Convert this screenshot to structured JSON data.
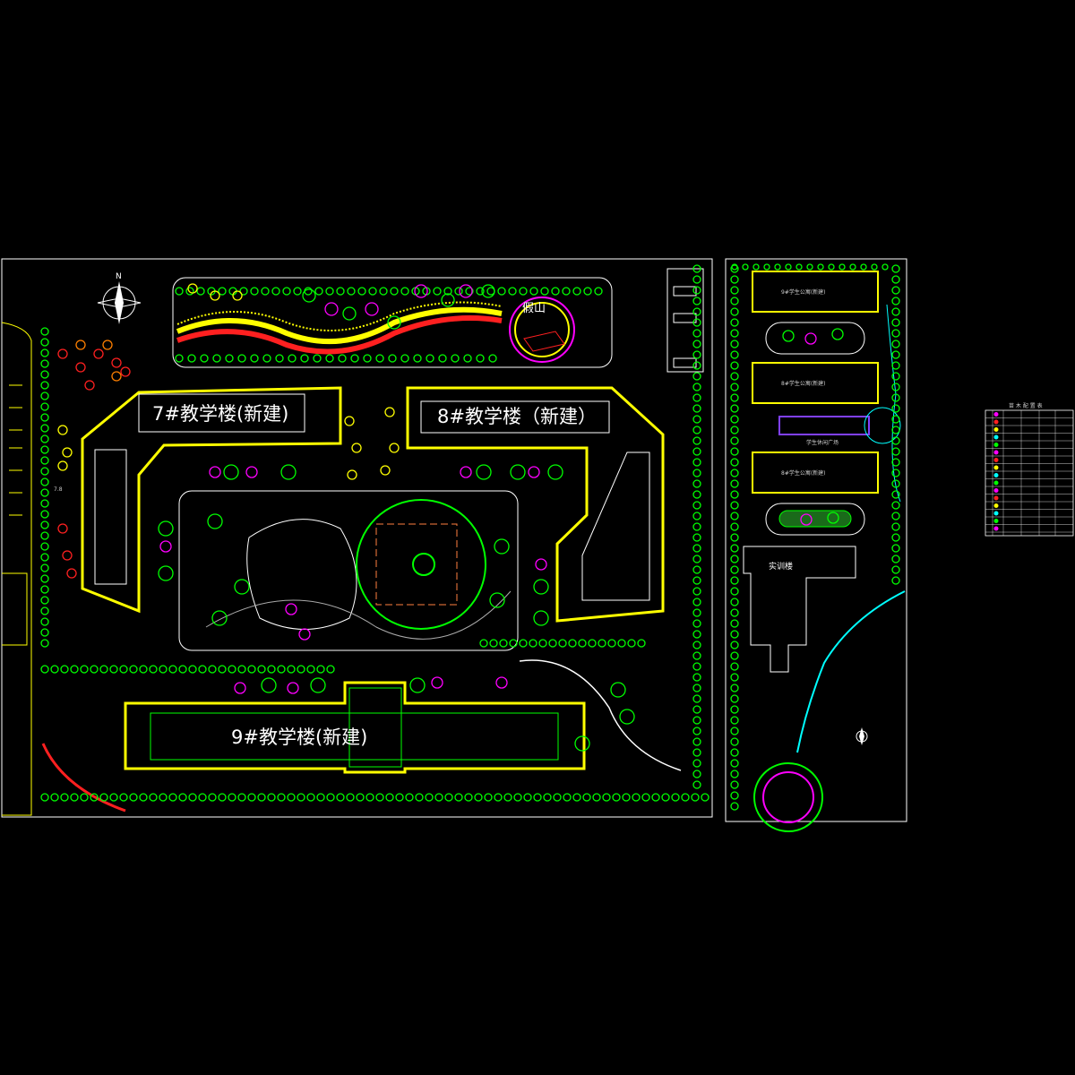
{
  "main_plan": {
    "building_7": "7#教学楼(新建)",
    "building_8": "8#教学楼（新建）",
    "building_9": "9#教学楼(新建)",
    "rockery": "假山",
    "north": "N",
    "dim_left": "7.8"
  },
  "side_plan": {
    "dorm_1": "9#学生公寓(新建)",
    "dorm_2": "8#学生公寓(新建)",
    "dorm_3": "8#学生公寓(新建)",
    "plaza": "学生休闲广场",
    "training_building": "实训楼"
  },
  "legend": {
    "title": "苗 木 配 置 表"
  },
  "colors": {
    "frame": "#ffffff",
    "building_outline": "#ffff00",
    "green_tree": "#00ff00",
    "magenta_tree": "#ff00ff",
    "red_tree": "#ff2020",
    "yellow_tree": "#ffff00",
    "cyan": "#00ffff",
    "orange_tree": "#ff8000"
  }
}
